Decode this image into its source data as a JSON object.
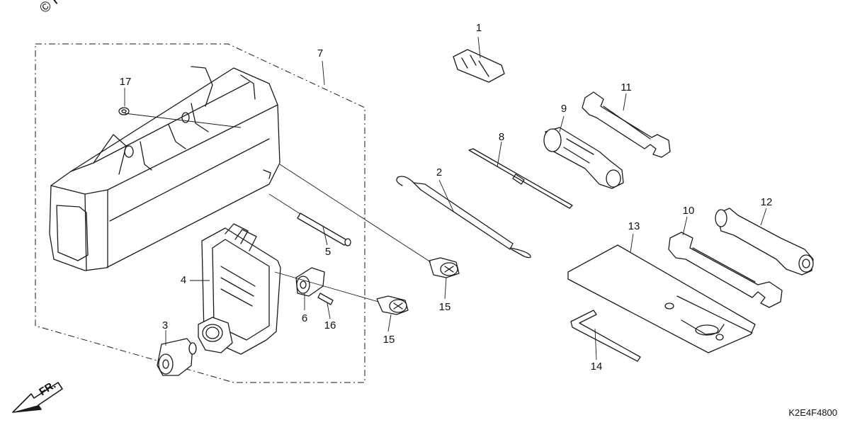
{
  "watermark": "© Partzilla",
  "front_indicator": "FR.",
  "diagram_code": "K2E4F4800",
  "callouts": {
    "c1": "1",
    "c2": "2",
    "c3": "3",
    "c4": "4",
    "c5": "5",
    "c6": "6",
    "c7": "7",
    "c8": "8",
    "c9": "9",
    "c10": "10",
    "c11": "11",
    "c12": "12",
    "c13": "13",
    "c14": "14",
    "c15a": "15",
    "c15b": "15",
    "c16": "16",
    "c17": "17"
  },
  "colors": {
    "line": "#1a1a1a",
    "background": "#ffffff"
  }
}
